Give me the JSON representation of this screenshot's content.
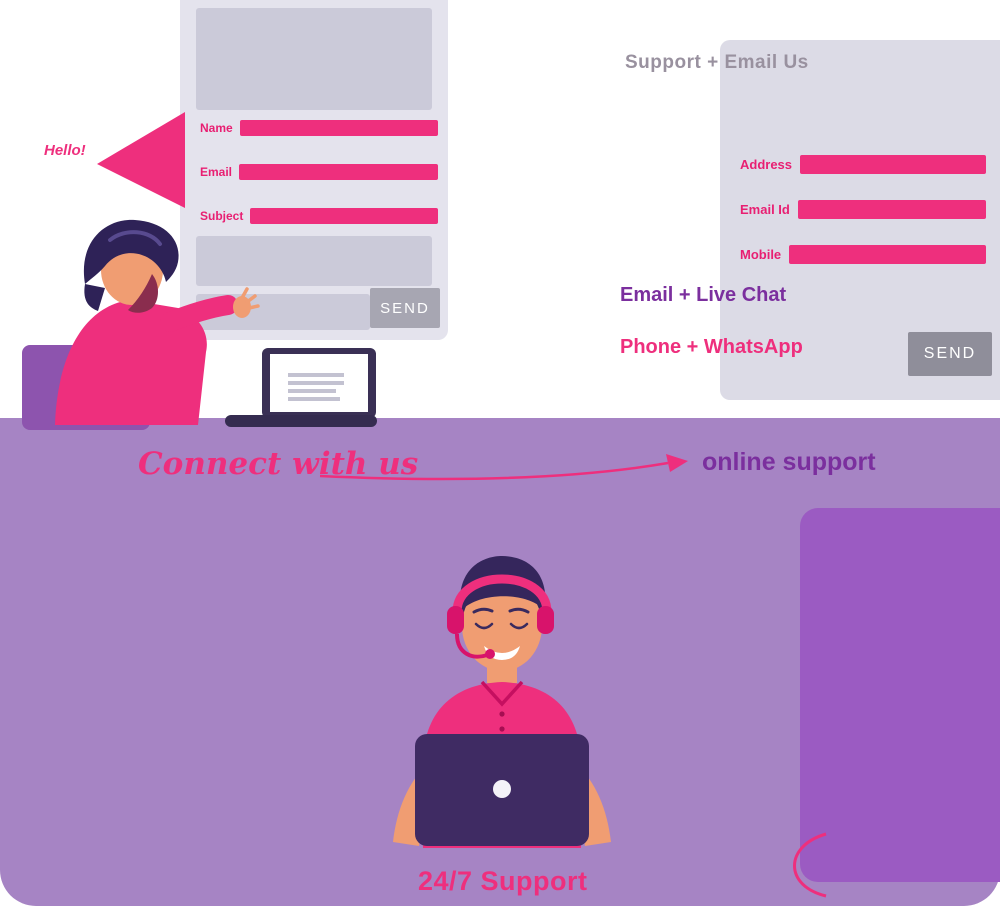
{
  "colors": {
    "pink_accent": "#ee2f7d",
    "purple_text": "#7b2f9e",
    "background_purple": "#a684c4",
    "support_panel_purple": "#9b5bc2",
    "panel_gray": "#e4e3ed",
    "block_gray": "#cbcad9",
    "send_button_gray": "#a7a6b2"
  },
  "left_form": {
    "greeting": "Hello!",
    "fields": [
      {
        "label": "Name"
      },
      {
        "label": "Email"
      },
      {
        "label": "Subject"
      }
    ],
    "send_label": "SEND"
  },
  "right_form": {
    "heading": "Support + Email Us",
    "fields": [
      {
        "label": "Address"
      },
      {
        "label": "Email Id"
      },
      {
        "label": "Mobile"
      }
    ],
    "contact_options": [
      {
        "text": "Email + Live Chat"
      },
      {
        "text": "Phone + WhatsApp"
      }
    ],
    "send_label": "SEND"
  },
  "tagline": {
    "script_text": "Connect with us",
    "highlight_text": "online support"
  },
  "footer": {
    "caption": "24/7 Support"
  }
}
